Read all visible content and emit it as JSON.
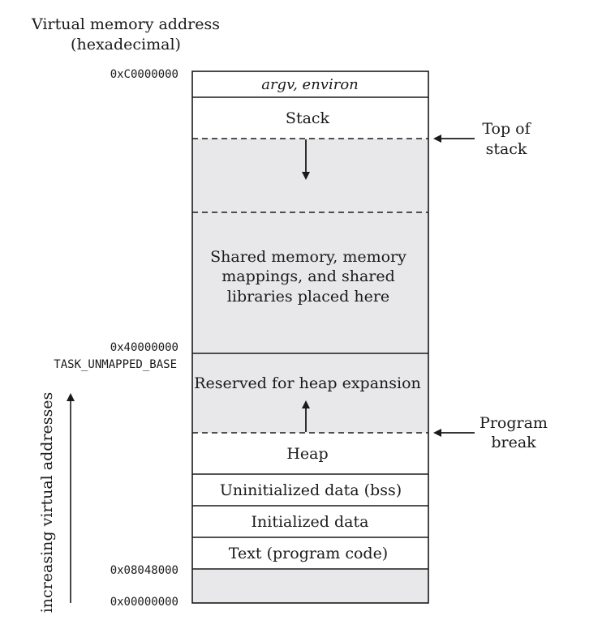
{
  "header": {
    "line1": "Virtual memory address",
    "line2": "(hexadecimal)"
  },
  "addresses": {
    "top": "0xC0000000",
    "mid": "0x40000000",
    "mid_name": "TASK_UNMAPPED_BASE",
    "text_start": "0x08048000",
    "zero": "0x00000000"
  },
  "segments": {
    "argv_environ": "argv, environ",
    "stack": "Stack",
    "shared_line1": "Shared memory, memory",
    "shared_line2": "mappings, and shared",
    "shared_line3": "libraries placed here",
    "reserved": "Reserved for heap expansion",
    "heap": "Heap",
    "bss": "Uninitialized data (bss)",
    "initialized": "Initialized data",
    "text": "Text (program code)"
  },
  "annotations": {
    "top_of_stack_line1": "Top of",
    "top_of_stack_line2": "stack",
    "program_break_line1": "Program",
    "program_break_line2": "break"
  },
  "side_label": "increasing virtual addresses",
  "colors": {
    "unmapped_fill": "#e8e8ea",
    "stroke": "#1a1a1a"
  }
}
